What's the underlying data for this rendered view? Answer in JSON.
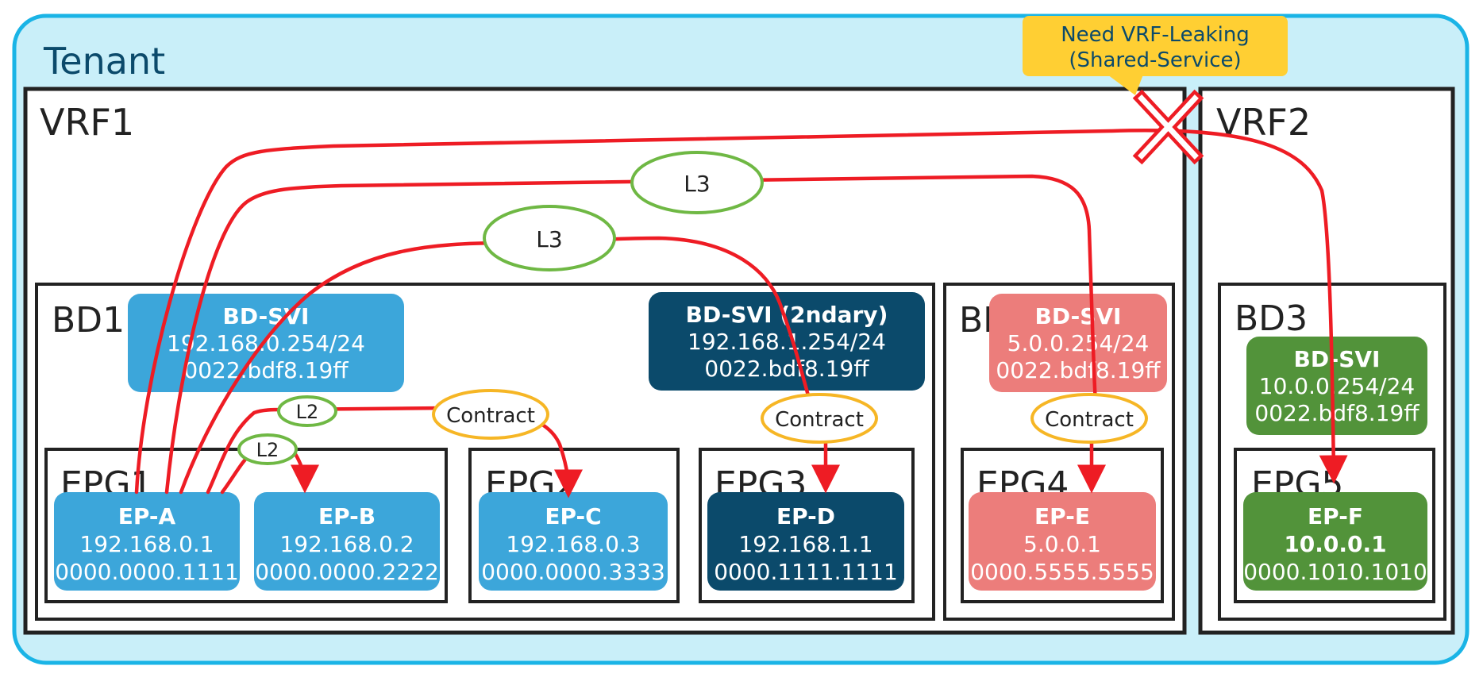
{
  "tenant": {
    "label": "Tenant"
  },
  "vrfs": [
    {
      "id": "vrf1",
      "label": "VRF1"
    },
    {
      "id": "vrf2",
      "label": "VRF2"
    }
  ],
  "callout": {
    "line1": "Need VRF-Leaking",
    "line2": "(Shared-Service)",
    "color": "#ffcf33"
  },
  "bds": [
    {
      "id": "bd1",
      "label": "BD1"
    },
    {
      "id": "bd2",
      "label": "BD2"
    },
    {
      "id": "bd3",
      "label": "BD3"
    }
  ],
  "svis": [
    {
      "id": "svi-bd1",
      "title": "BD-SVI",
      "ip": "192.168.0.254/24",
      "mac": "0022.bdf8.19ff",
      "color": "#3ca6da"
    },
    {
      "id": "svi-bd1-secondary",
      "title": "BD-SVI (2ndary)",
      "ip": "192.168.1.254/24",
      "mac": "0022.bdf8.19ff",
      "color": "#0b4a6b"
    },
    {
      "id": "svi-bd2",
      "title": "BD-SVI",
      "ip": "5.0.0.254/24",
      "mac": "0022.bdf8.19ff",
      "color": "#ec7d7b"
    },
    {
      "id": "svi-bd3",
      "title": "BD-SVI",
      "ip": "10.0.0.254/24",
      "mac": "0022.bdf8.19ff",
      "color": "#52933a"
    }
  ],
  "epgs": [
    {
      "id": "epg1",
      "label": "EPG1"
    },
    {
      "id": "epg2",
      "label": "EPG2"
    },
    {
      "id": "epg3",
      "label": "EPG3"
    },
    {
      "id": "epg4",
      "label": "EPG4"
    },
    {
      "id": "epg5",
      "label": "EPG5"
    }
  ],
  "endpoints": [
    {
      "id": "ep-a",
      "name": "EP-A",
      "ip": "192.168.0.1",
      "mac": "0000.0000.1111",
      "color": "#3ca6da"
    },
    {
      "id": "ep-b",
      "name": "EP-B",
      "ip": "192.168.0.2",
      "mac": "0000.0000.2222",
      "color": "#3ca6da"
    },
    {
      "id": "ep-c",
      "name": "EP-C",
      "ip": "192.168.0.3",
      "mac": "0000.0000.3333",
      "color": "#3ca6da"
    },
    {
      "id": "ep-d",
      "name": "EP-D",
      "ip": "192.168.1.1",
      "mac": "0000.1111.1111",
      "color": "#0b4a6b"
    },
    {
      "id": "ep-e",
      "name": "EP-E",
      "ip": "5.0.0.1",
      "mac": "0000.5555.5555",
      "color": "#ec7d7b"
    },
    {
      "id": "ep-f",
      "name": "EP-F",
      "ip": "10.0.0.1",
      "mac": "0000.1010.1010",
      "color": "#52933a"
    }
  ],
  "connectors": {
    "l3_upper": "L3",
    "l3_lower": "L3",
    "l2_upper": "L2",
    "l2_lower": "L2",
    "contract_epg2": "Contract",
    "contract_epg3": "Contract",
    "contract_epg4": "Contract"
  },
  "colors": {
    "tenant_fill": "#c9eff9",
    "tenant_border": "#1ab4e6",
    "flow": "#ee1c24",
    "l_oval": "#6fb844",
    "contract_oval": "#f6b625",
    "block_x": "#ee1c24"
  }
}
